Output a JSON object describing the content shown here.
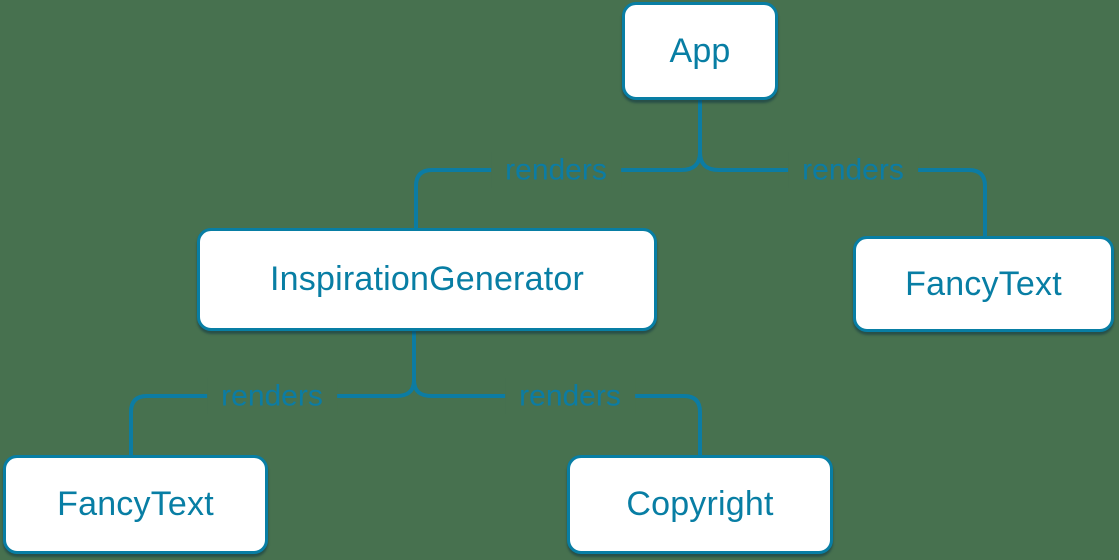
{
  "canvas": {
    "background_color": "#47714F",
    "accent_color": "#087EA4",
    "line_color": "#0C7CA3",
    "node_background": "#FFFFFF"
  },
  "diagram": {
    "type": "component-render-tree",
    "nodes": [
      {
        "id": "app",
        "label": "App"
      },
      {
        "id": "inspiration-generator",
        "label": "InspirationGenerator"
      },
      {
        "id": "fancy-text-top-right",
        "label": "FancyText"
      },
      {
        "id": "fancy-text-bottom-left",
        "label": "FancyText"
      },
      {
        "id": "copyright",
        "label": "Copyright"
      }
    ],
    "edges": [
      {
        "from": "App",
        "to": "InspirationGenerator",
        "label": "renders"
      },
      {
        "from": "App",
        "to": "FancyText",
        "label": "renders"
      },
      {
        "from": "InspirationGenerator",
        "to": "FancyText",
        "label": "renders"
      },
      {
        "from": "InspirationGenerator",
        "to": "Copyright",
        "label": "renders"
      }
    ]
  }
}
